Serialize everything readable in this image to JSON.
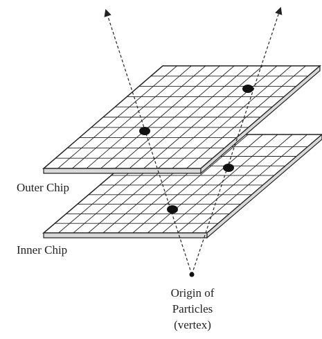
{
  "labels": {
    "outer_chip": "Outer Chip",
    "inner_chip": "Inner Chip",
    "origin_line1": "Origin of",
    "origin_line2": "Particles",
    "origin_line3": "(vertex)"
  },
  "colors": {
    "line": "#222222",
    "chip_fill": "#ffffff",
    "chip_side": "#d9d9d9",
    "background": "#ffffff"
  }
}
